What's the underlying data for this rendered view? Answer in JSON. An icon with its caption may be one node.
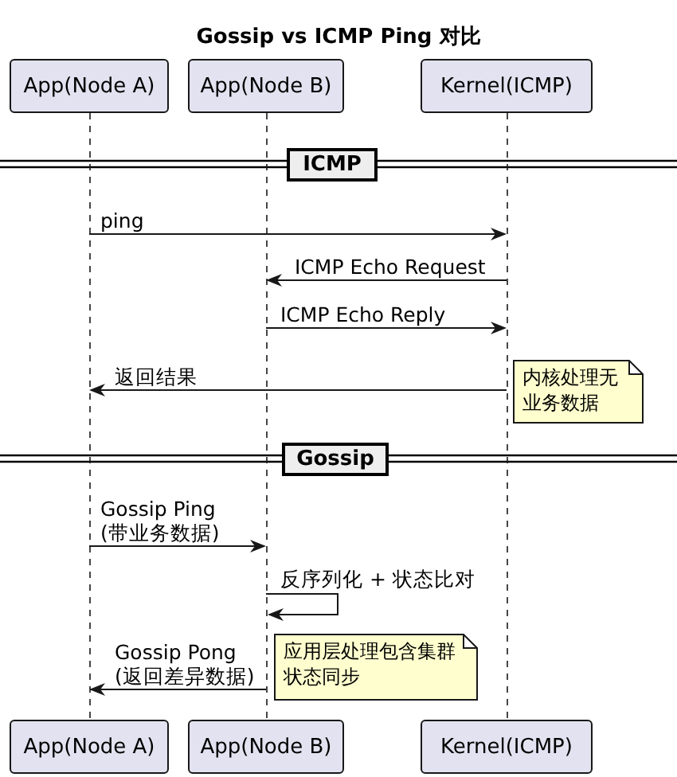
{
  "diagram": {
    "title": "Gossip vs ICMP Ping 对比",
    "nodes": [
      {
        "text": [
          "App(Node A)"
        ]
      },
      {
        "text": [
          "App(Node B)"
        ]
      },
      {
        "text": [
          "Kernel(ICMP)"
        ]
      },
      {
        "text": [
          "ICMP"
        ]
      },
      {
        "text": [
          "内核处理无业务数据"
        ]
      },
      {
        "text": [
          "Gossip"
        ]
      },
      {
        "text": [
          "应用层处理包含集群状态同步"
        ]
      },
      {
        "text": [
          "App(Node A)"
        ]
      },
      {
        "text": [
          "App(Node B)"
        ]
      },
      {
        "text": [
          "Kernel(ICMP)"
        ]
      },
      {
        "text": [],
        "shape": "line"
      },
      {
        "text": [],
        "shape": "line"
      },
      {
        "text": [],
        "shape": "line"
      }
    ],
    "edges": [
      {
        "from": 10,
        "to": 12,
        "arrow": "to",
        "label": "ping"
      },
      {
        "from": 12,
        "to": 11,
        "arrow": "to",
        "label": "ICMP Echo Request"
      },
      {
        "from": 11,
        "to": 12,
        "arrow": "to",
        "label": "ICMP Echo Reply"
      },
      {
        "from": 12,
        "to": 10,
        "arrow": "to",
        "label": "返回结果"
      },
      {
        "from": 10,
        "to": 11,
        "arrow": "to",
        "label": "Gossip Ping (带业务数据)"
      },
      {
        "from": 11,
        "to": 11,
        "arrow": "to",
        "label": "反序列化 + 状态比对"
      },
      {
        "from": 11,
        "to": 10,
        "arrow": "to",
        "label": "Gossip Pong (返回差异数据)"
      }
    ]
  }
}
